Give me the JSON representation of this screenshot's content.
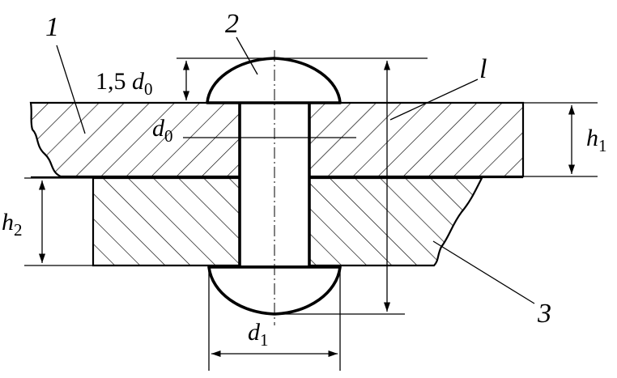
{
  "labels": {
    "part_1": "1",
    "part_2": "2",
    "part_3": "3",
    "length_l": "l",
    "head_height_prefix": "1,5 ",
    "d": "d",
    "h": "h",
    "sub_0": "0",
    "sub_1": "1",
    "sub_2": "2"
  }
}
